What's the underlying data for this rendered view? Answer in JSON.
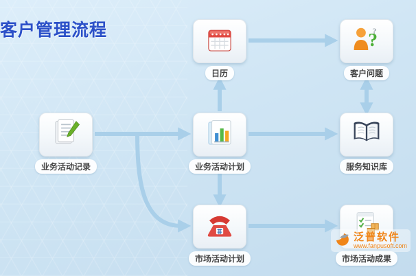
{
  "title": "客户管理流程",
  "nodes": {
    "record": {
      "label": "业务活动记录",
      "icon": "document-edit-icon"
    },
    "calendar": {
      "label": "日历",
      "icon": "calendar-icon"
    },
    "plan": {
      "label": "业务活动计划",
      "icon": "bar-chart-icon"
    },
    "market_plan": {
      "label": "市场活动计划",
      "icon": "phone-icon"
    },
    "customer_issue": {
      "label": "客户问题",
      "icon": "person-question-icon"
    },
    "knowledge_base": {
      "label": "服务知识库",
      "icon": "open-book-icon"
    },
    "market_result": {
      "label": "市场活动成果",
      "icon": "checklist-boxes-icon"
    }
  },
  "edges": [
    {
      "from": "业务活动记录",
      "to": "业务活动计划",
      "style": "arrow"
    },
    {
      "from": "业务活动记录",
      "to": "市场活动计划",
      "style": "curved-arrow"
    },
    {
      "from": "业务活动计划",
      "to": "日历",
      "style": "arrow"
    },
    {
      "from": "业务活动计划",
      "to": "市场活动计划",
      "style": "arrow"
    },
    {
      "from": "日历",
      "to": "客户问题",
      "style": "arrow"
    },
    {
      "from": "业务活动计划",
      "to": "服务知识库",
      "style": "arrow"
    },
    {
      "from": "市场活动计划",
      "to": "市场活动成果",
      "style": "arrow"
    },
    {
      "from": "客户问题",
      "to": "服务知识库",
      "style": "double-arrow"
    }
  ],
  "watermark": {
    "name": "泛普软件",
    "url": "www.fanpusoft.com"
  },
  "colors": {
    "background": "#cde3f3",
    "arrow": "#a9cfe9",
    "title": "#2b50c8",
    "watermark": "#f08519"
  }
}
